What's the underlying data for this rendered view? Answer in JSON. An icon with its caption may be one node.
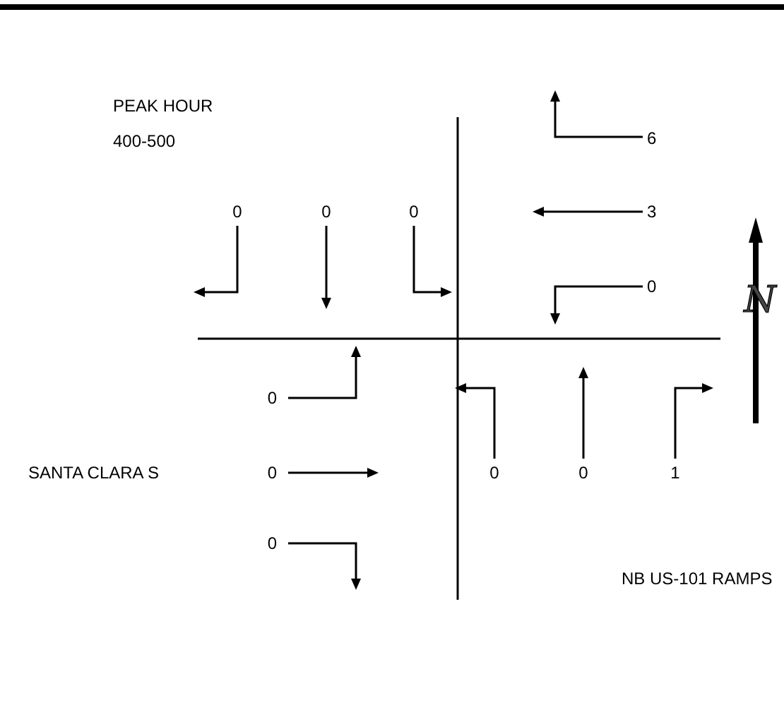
{
  "diagram": {
    "labels": [
      "PEAK HOUR",
      "400-500",
      "6",
      "0",
      "0",
      "0",
      "3",
      "0",
      "N",
      "0",
      "SANTA CLARA S",
      "0",
      "0",
      "0",
      "1",
      "0",
      "NB US-101 RAMPS"
    ]
  }
}
